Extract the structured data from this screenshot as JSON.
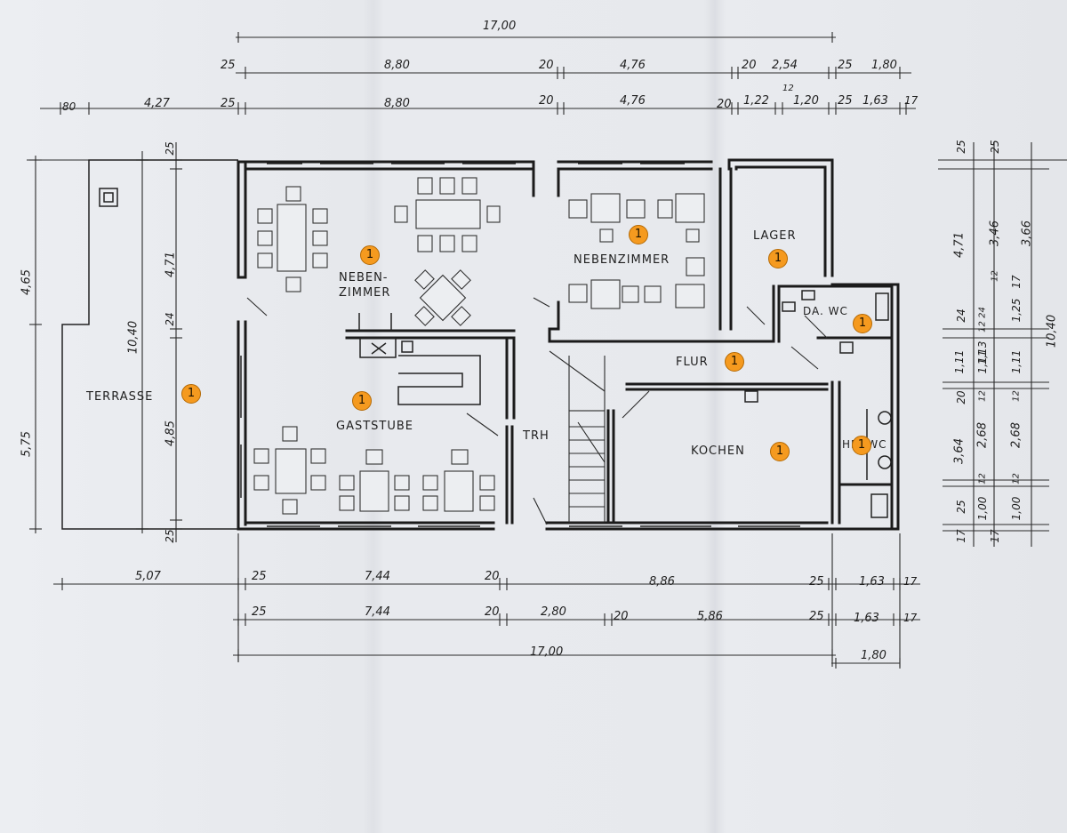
{
  "rooms": {
    "terrasse": "TERRASSE",
    "neben_zimmer_1": "NEBEN-",
    "neben_zimmer_2": "ZIMMER",
    "nebenzimmer": "NEBENZIMMER",
    "lager": "LAGER",
    "da_wc": "DA. WC",
    "flur": "FLUR",
    "gaststube": "GASTSTUBE",
    "trh": "TRH",
    "kochen": "KOCHEN",
    "he_wc": "HE. WC"
  },
  "badge_label": "1",
  "dims_top": {
    "total": "17,00",
    "r1": [
      "25",
      "8,80",
      "20",
      "4,76",
      "20",
      "2,54",
      "25",
      "1,80"
    ],
    "r2": [
      "25",
      "8,80",
      "20",
      "4,76",
      "20",
      "1,22",
      "12",
      "1,20",
      "25",
      "1,63",
      "17"
    ],
    "terrace": [
      "80",
      "4,27"
    ]
  },
  "dims_bottom": {
    "r1": [
      "5,07",
      "25",
      "7,44",
      "20",
      "8,86",
      "25",
      "1,63",
      "17"
    ],
    "r2": [
      "25",
      "7,44",
      "20",
      "2,80",
      "20",
      "5,86",
      "25",
      "1,63",
      "17"
    ],
    "total": "17,00",
    "right": "1,80"
  },
  "dims_left": {
    "outer": [
      "4,65",
      "5,75"
    ],
    "inner": [
      "10,40"
    ],
    "col": [
      "25",
      "4,71",
      "24",
      "4,85",
      "25"
    ]
  },
  "dims_right": {
    "c1": [
      "25",
      "4,71",
      "24",
      "1,11",
      "20",
      "3,64",
      "25",
      "17"
    ],
    "c2": [
      "24",
      "1,13",
      "12",
      "1,11",
      "12",
      "2,68",
      "12",
      "1,00"
    ],
    "c3": [
      "25",
      "3,46",
      "12",
      "17",
      "1,25",
      "1,11",
      "12",
      "2,68",
      "12",
      "1,00",
      "17"
    ],
    "c4": [
      "3,66",
      "10,40"
    ]
  }
}
